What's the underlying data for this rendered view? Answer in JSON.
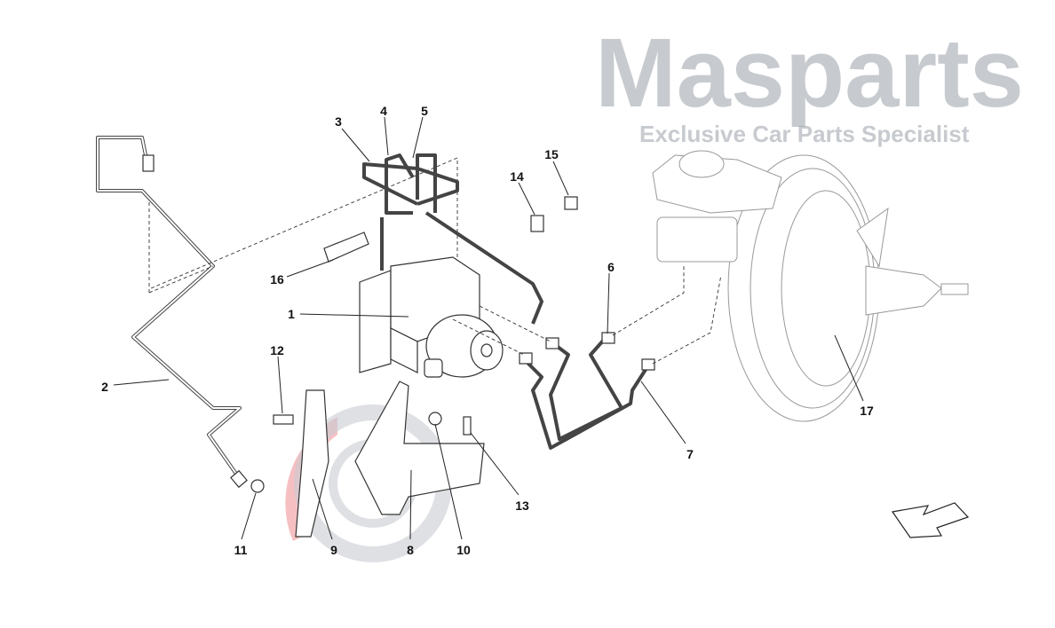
{
  "diagram": {
    "title": "ABS hydraulic unit and brake lines",
    "callouts": [
      {
        "id": "1",
        "label": "1"
      },
      {
        "id": "2",
        "label": "2"
      },
      {
        "id": "3",
        "label": "3"
      },
      {
        "id": "4",
        "label": "4"
      },
      {
        "id": "5",
        "label": "5"
      },
      {
        "id": "6",
        "label": "6"
      },
      {
        "id": "7",
        "label": "7"
      },
      {
        "id": "8",
        "label": "8"
      },
      {
        "id": "9",
        "label": "9"
      },
      {
        "id": "10",
        "label": "10"
      },
      {
        "id": "11",
        "label": "11"
      },
      {
        "id": "12",
        "label": "12"
      },
      {
        "id": "13",
        "label": "13"
      },
      {
        "id": "14",
        "label": "14"
      },
      {
        "id": "15",
        "label": "15"
      },
      {
        "id": "16",
        "label": "16"
      },
      {
        "id": "17",
        "label": "17"
      }
    ],
    "orientation_arrow": "direction-arrow-icon"
  },
  "watermark": {
    "brand": "Masparts",
    "tagline": "Exclusive Car Parts Specialist",
    "color": "#9aa0a8",
    "accent": "#e8505b"
  }
}
